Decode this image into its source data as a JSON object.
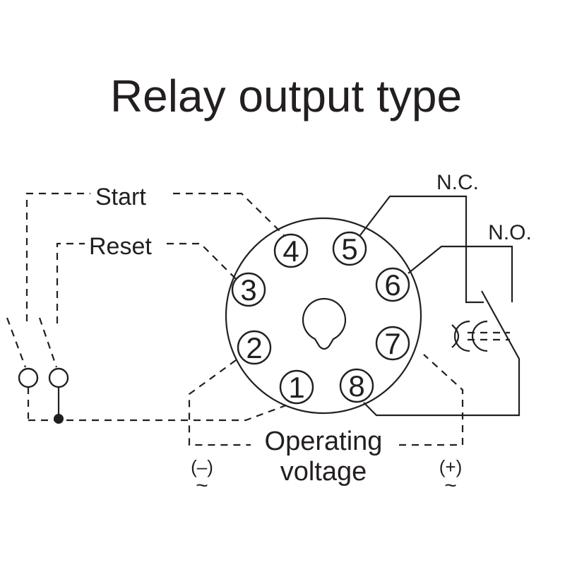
{
  "title": "Relay output type",
  "labels": {
    "start": "Start",
    "reset": "Reset",
    "nc": "N.C.",
    "no": "N.O.",
    "operating_line1": "Operating",
    "operating_line2": "voltage",
    "minus": "(–)",
    "plus": "(+)",
    "ac_symbol": "~"
  },
  "pins": [
    "1",
    "2",
    "3",
    "4",
    "5",
    "6",
    "7",
    "8"
  ],
  "colors": {
    "line": "#231f20",
    "background": "#ffffff"
  }
}
